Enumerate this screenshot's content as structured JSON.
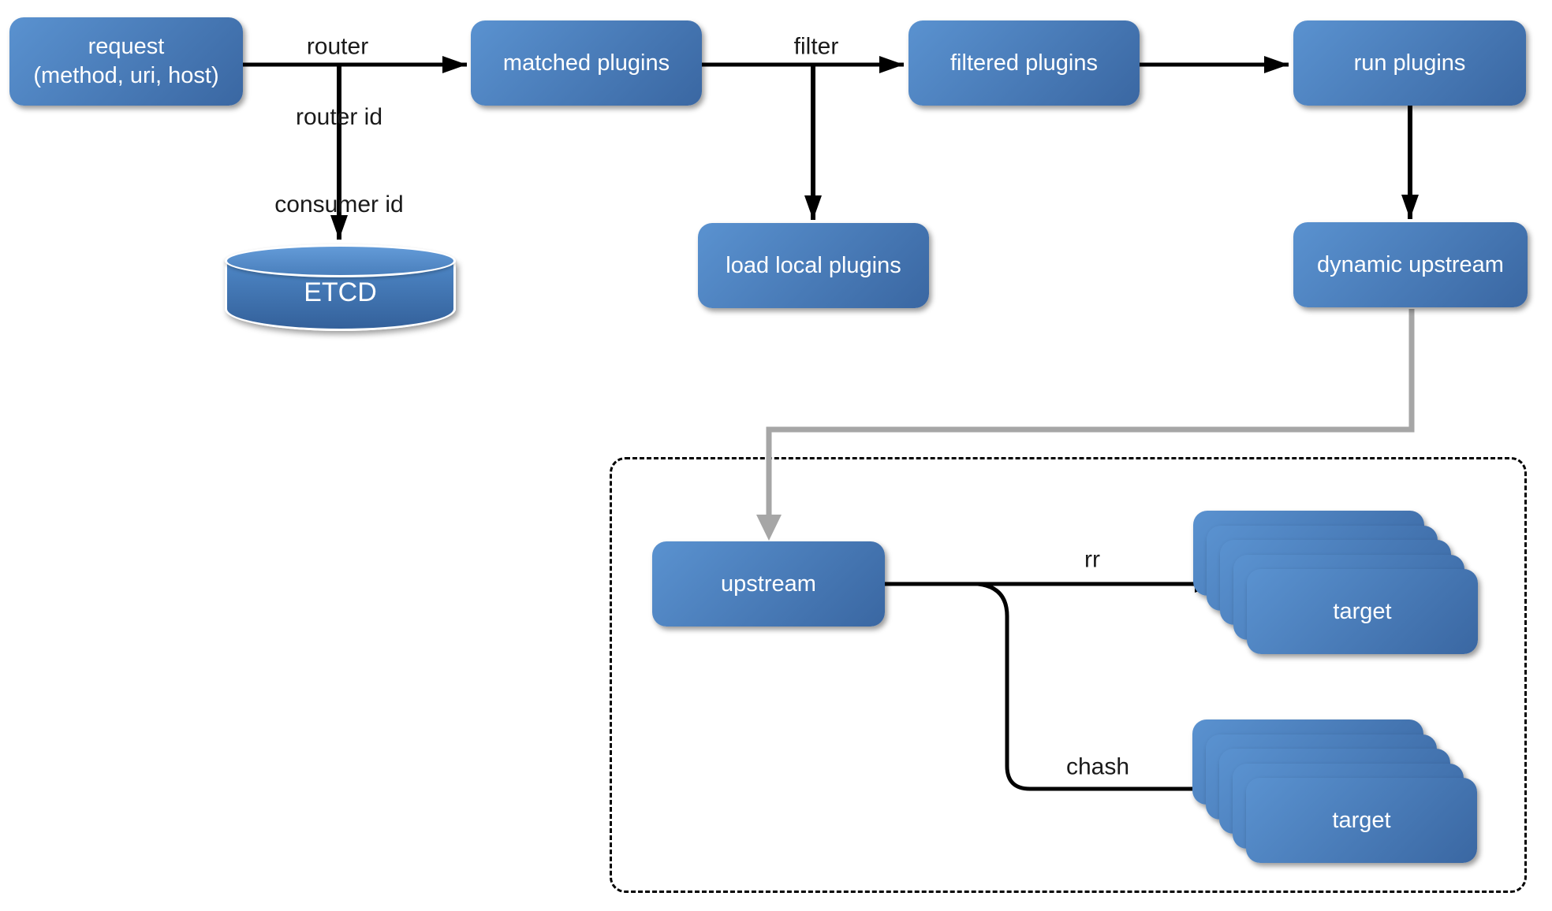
{
  "colors": {
    "box_grad_top": "#5a92d0",
    "box_grad_bottom": "#3a67a2",
    "cyl_grad_top": "#639bd8",
    "cyl_grad_bottom": "#34619b",
    "arrow_black": "#000000",
    "arrow_gray": "#a6a6a6",
    "label_color": "#1a1a1a",
    "node_text": "#ffffff"
  },
  "nodes": {
    "request": {
      "line1": "request",
      "line2": "(method, uri, host)"
    },
    "matched_plugins": {
      "label": "matched plugins"
    },
    "filtered_plugins": {
      "label": "filtered plugins"
    },
    "run_plugins": {
      "label": "run plugins"
    },
    "load_local_plugins": {
      "label": "load local plugins"
    },
    "dynamic_upstream": {
      "label": "dynamic upstream"
    },
    "etcd": {
      "label": "ETCD"
    },
    "upstream": {
      "label": "upstream"
    }
  },
  "edges": {
    "router": "router",
    "router_id_line1": "router id",
    "router_id_line2": "consumer id",
    "filter": "filter",
    "rr": "rr",
    "chash": "chash"
  },
  "targets": {
    "label": "target",
    "card_count": 5
  }
}
